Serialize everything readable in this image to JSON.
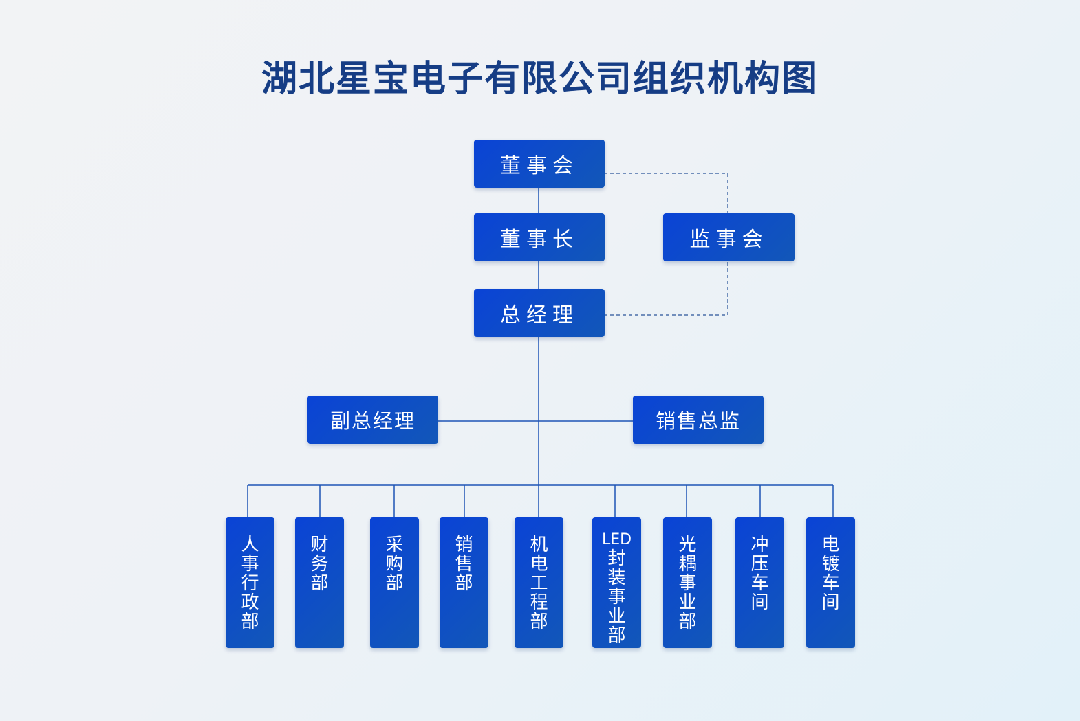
{
  "title": "湖北星宝电子有限公司组织机构图",
  "colors": {
    "title": "#163d85",
    "box_fill": "#0a43d6",
    "line": "#1e55b5",
    "dashed_line": "#4a6ea8"
  },
  "nodes": {
    "board": "董事会",
    "chairman": "董事长",
    "supervisory": "监事会",
    "gm": "总经理",
    "deputy_gm": "副总经理",
    "sales_director": "销售总监"
  },
  "departments": {
    "hr": "人事行政部",
    "finance": "财务部",
    "purchase": "采购部",
    "sales": "销售部",
    "mech": "机电工程部",
    "led_prefix": "LED",
    "led": "封装事业部",
    "opto": "光耦事业部",
    "stamping": "冲压车间",
    "plating": "电镀车间"
  }
}
